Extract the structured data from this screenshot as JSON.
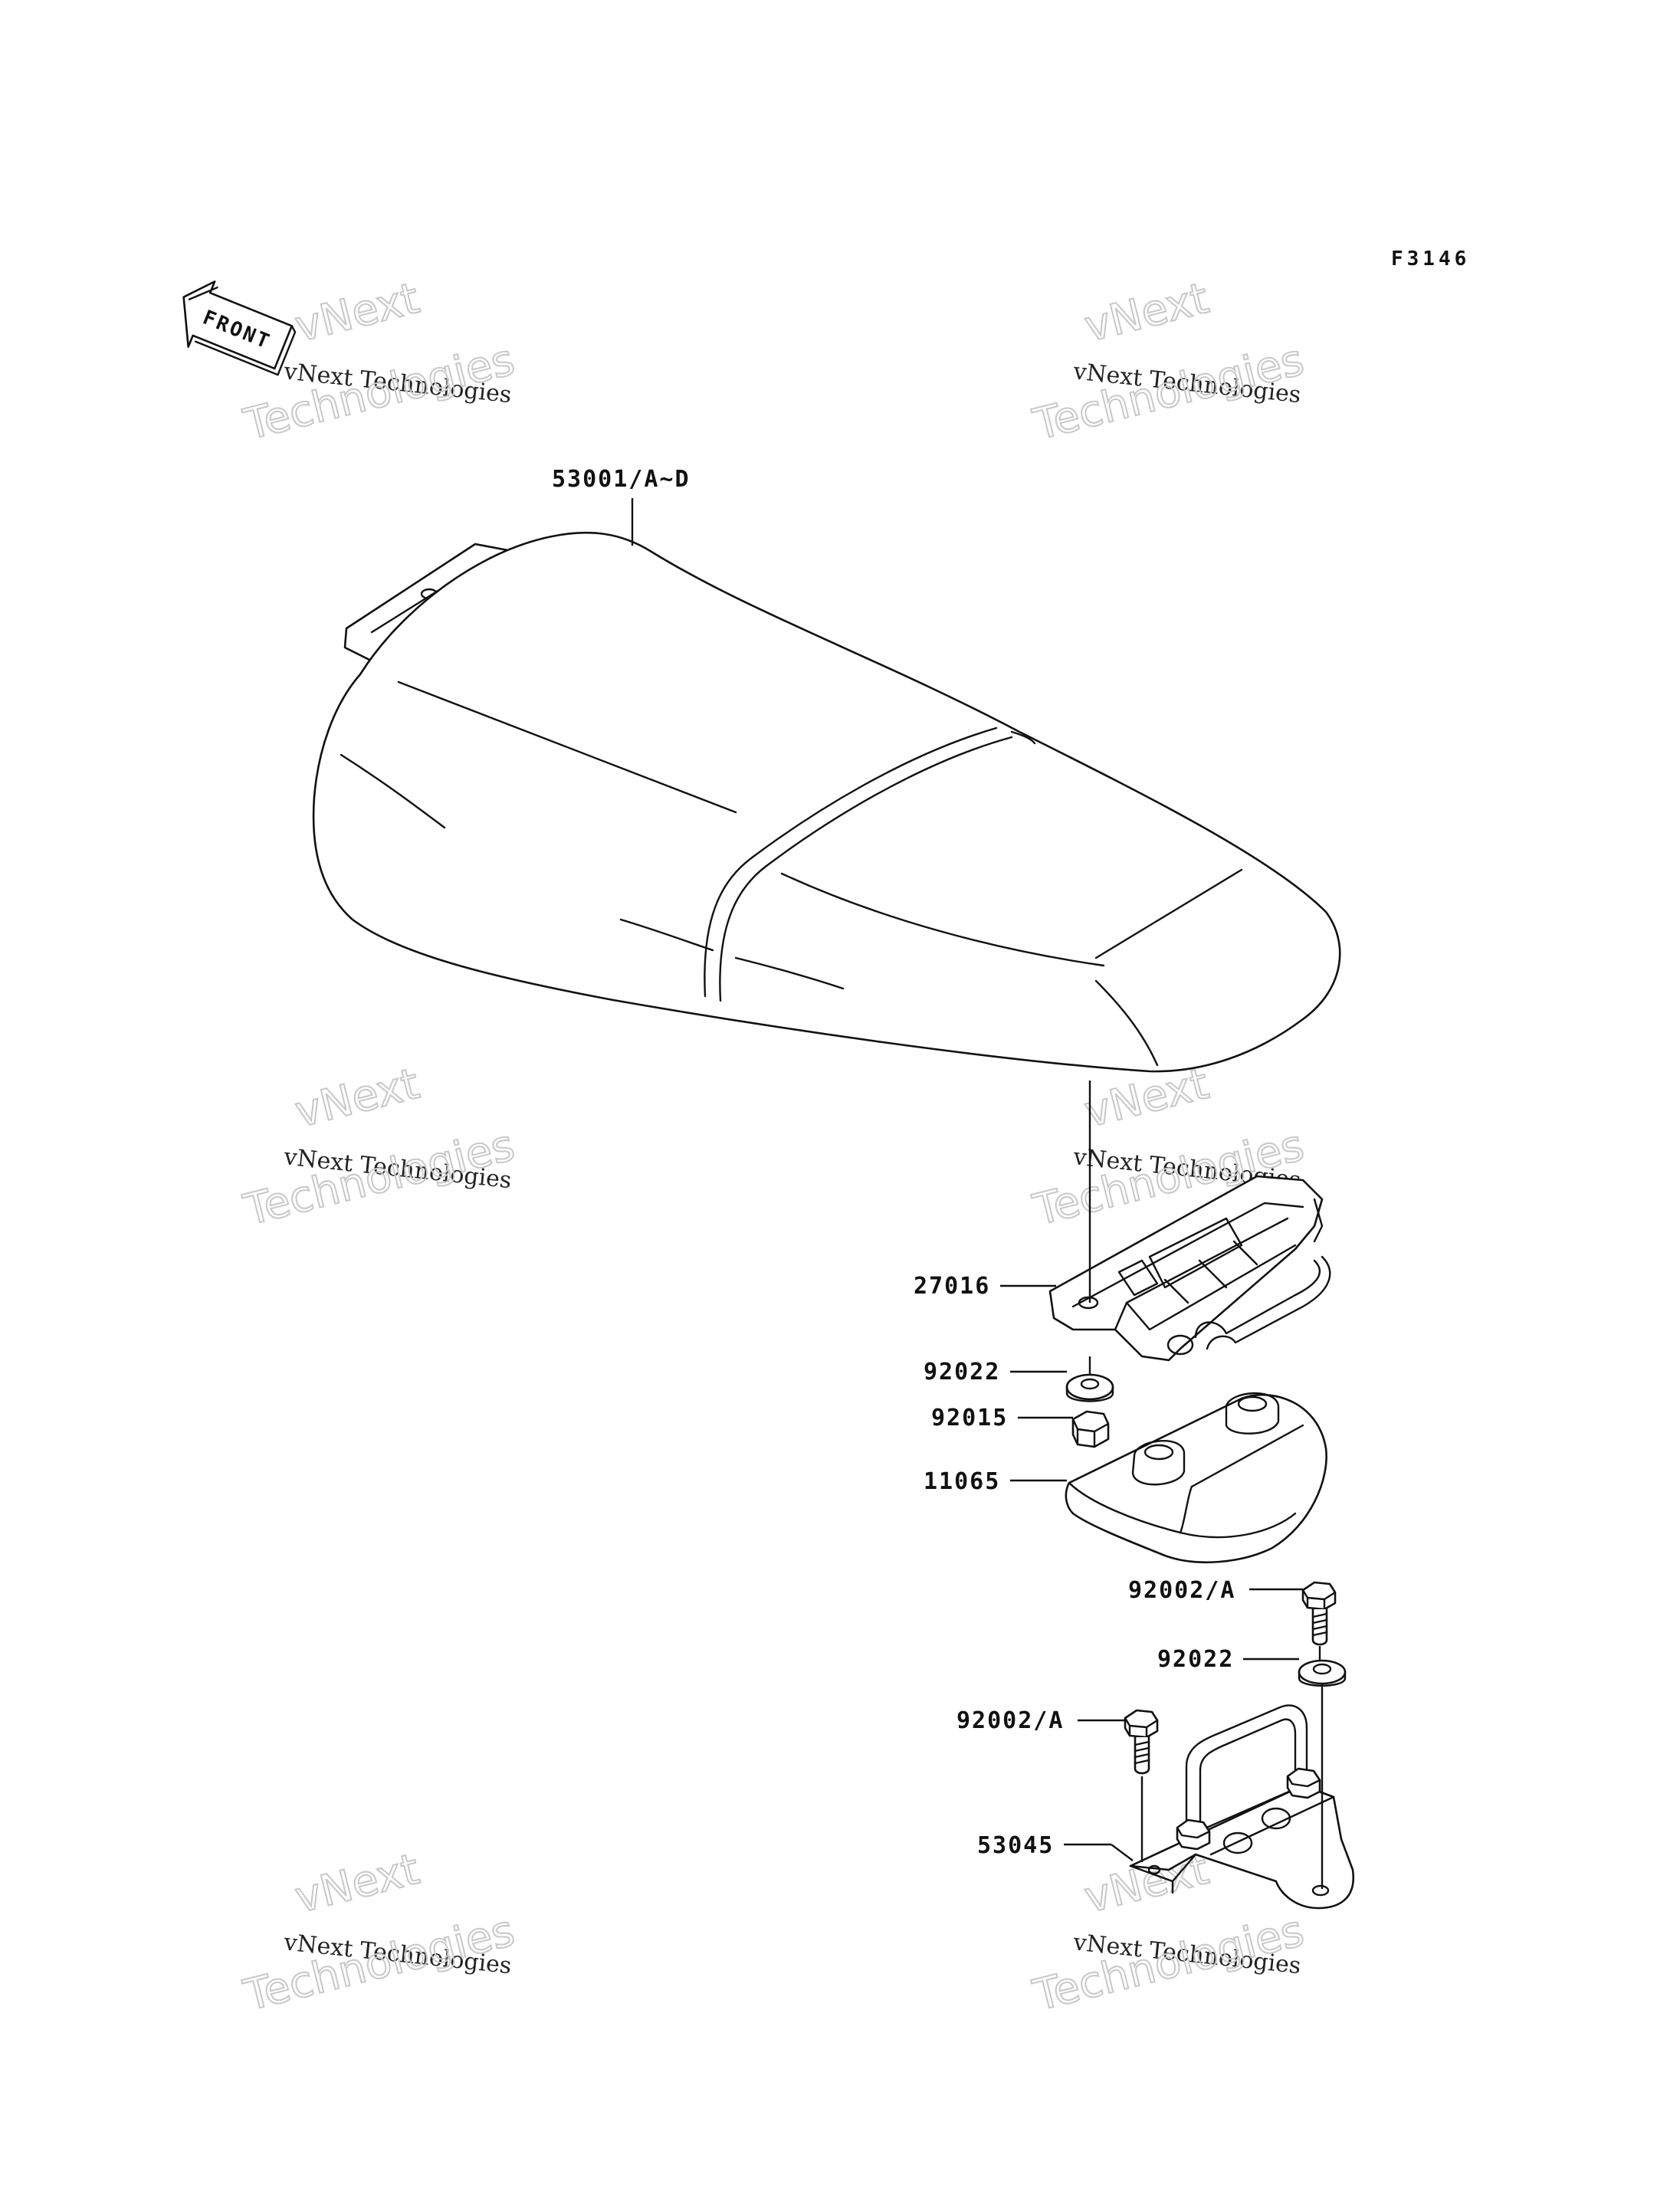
{
  "figure_id": "F3146",
  "front_indicator": "FRONT",
  "watermark": {
    "company": "vNext Technologies",
    "word_top": "vNext",
    "word_bottom": "Technologies"
  },
  "callouts": [
    {
      "id": "seat",
      "label": "53001/A~D"
    },
    {
      "id": "seat-lock",
      "label": "27016"
    },
    {
      "id": "washer-upper",
      "label": "92022"
    },
    {
      "id": "nut",
      "label": "92015"
    },
    {
      "id": "cover",
      "label": "11065"
    },
    {
      "id": "bolt-right",
      "label": "92002/A"
    },
    {
      "id": "washer-lower",
      "label": "92022"
    },
    {
      "id": "bolt-left",
      "label": "92002/A"
    },
    {
      "id": "bracket",
      "label": "53045"
    }
  ]
}
